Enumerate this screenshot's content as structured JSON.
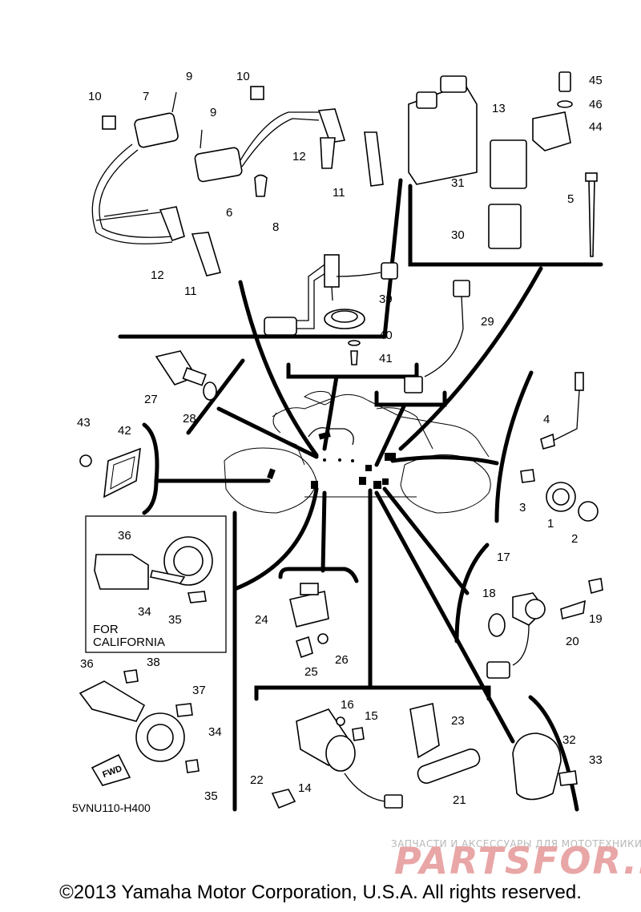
{
  "diagram_code": "5VNU110-H400",
  "california_note": [
    "FOR",
    "CALIFORNIA"
  ],
  "fwd_label": "FWD",
  "copyright": "©2013 Yamaha Motor Corporation, U.S.A. All rights reserved.",
  "watermark": {
    "tagline": "ЗАПЧАСТИ И АКСЕССУАРЫ ДЛЯ МОТОТЕХНИКИ",
    "logo_text": "PARTSFOR.RU"
  },
  "callouts": {
    "c1": "1",
    "c2": "2",
    "c3": "3",
    "c4": "4",
    "c5": "5",
    "c6": "6",
    "c7": "7",
    "c8": "8",
    "c9a": "9",
    "c9b": "9",
    "c10a": "10",
    "c10b": "10",
    "c11a": "11",
    "c11b": "11",
    "c12a": "12",
    "c12b": "12",
    "c13": "13",
    "c14": "14",
    "c15": "15",
    "c16": "16",
    "c17": "17",
    "c18": "18",
    "c19": "19",
    "c20": "20",
    "c21": "21",
    "c22": "22",
    "c23": "23",
    "c24": "24",
    "c25": "25",
    "c26": "26",
    "c27": "27",
    "c28": "28",
    "c29": "29",
    "c30": "30",
    "c31": "31",
    "c32": "32",
    "c33": "33",
    "c34a": "34",
    "c34b": "34",
    "c35a": "35",
    "c35b": "35",
    "c36a": "36",
    "c36b": "36",
    "c37": "37",
    "c38": "38",
    "c39": "39",
    "c40": "40",
    "c41": "41",
    "c42": "42",
    "c43": "43",
    "c44": "44",
    "c45": "45",
    "c46": "46"
  }
}
